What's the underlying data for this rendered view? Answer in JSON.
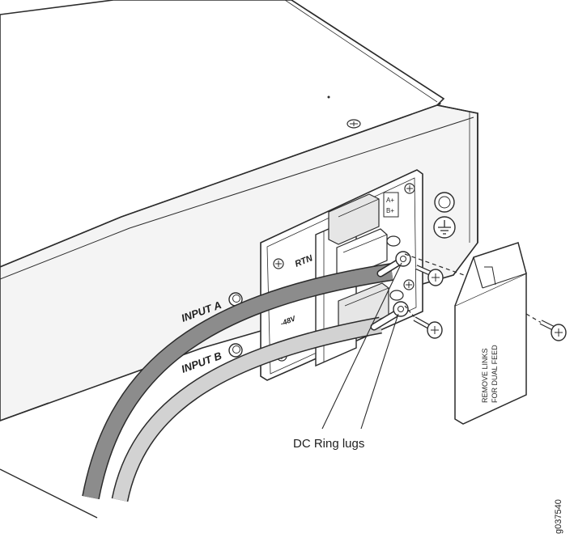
{
  "labels": {
    "input_a": "INPUT A",
    "input_b": "INPUT B",
    "rtn": "RTN",
    "neg48v": "-48V",
    "terminal_a_plus": "A+",
    "terminal_b_plus": "B+",
    "callout": "DC Ring lugs",
    "figure_id": "g037540",
    "cover_line1": "REMOVE LINKS",
    "cover_line2": "FOR DUAL FEED"
  },
  "colors": {
    "line": "#2b2b2b",
    "chassis_top": "#ffffff",
    "chassis_front": "#f4f4f4",
    "cable_dark": "#8c8c8c",
    "cable_light": "#d2d2d2"
  }
}
